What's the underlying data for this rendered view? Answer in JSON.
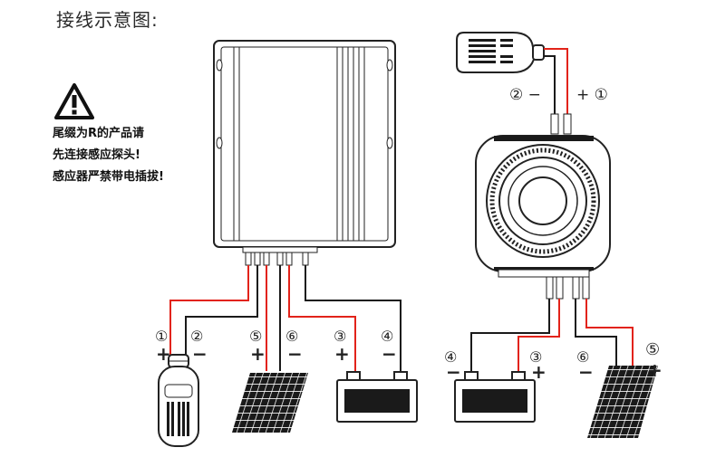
{
  "title": "接线示意图:",
  "warning": {
    "lines": [
      "尾缀为R的产品请",
      "先连接感应探头!",
      "感应器严禁带电插拔!"
    ]
  },
  "left_labels": {
    "n1": "①",
    "plus1": "+",
    "n2": "②",
    "minus2": "−",
    "n5": "⑤",
    "plus5": "+",
    "n6": "⑥",
    "minus6": "−",
    "n3": "③",
    "plus3": "+",
    "n4": "④",
    "minus4": "−"
  },
  "right_labels": {
    "top_minus": "② −",
    "top_plus": "+ ①",
    "n4": "④",
    "minus4": "−",
    "n3": "③",
    "plus3": "+",
    "n6": "⑥",
    "minus6": "−",
    "n5": "⑤",
    "plus5": "+"
  },
  "colors": {
    "red_wire": "#e2231a",
    "black_wire": "#1a1a1a"
  }
}
